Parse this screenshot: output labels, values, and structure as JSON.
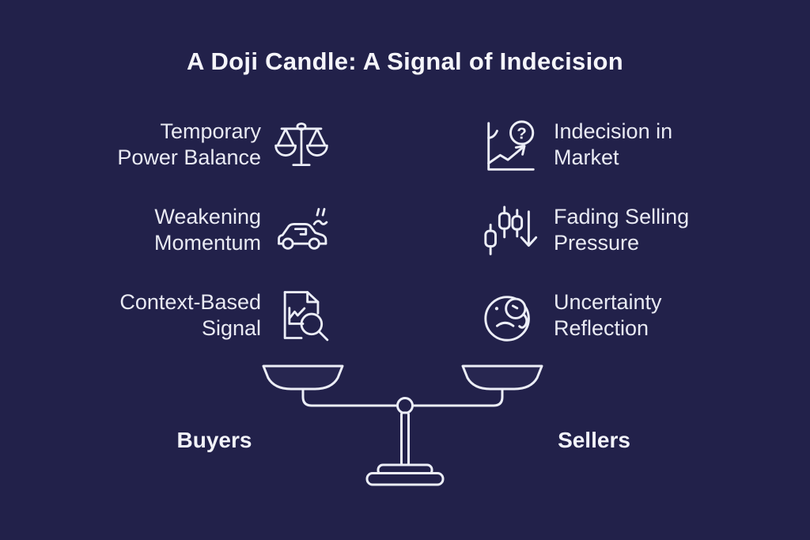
{
  "colors": {
    "background": "#22214a",
    "ink": "#eceef7"
  },
  "title": "A Doji Candle: A Signal of Indecision",
  "features": {
    "left": [
      {
        "label": "Temporary\nPower Balance",
        "icon": "balance-scale-icon"
      },
      {
        "label": "Weakening\nMomentum",
        "icon": "car-sputter-icon"
      },
      {
        "label": "Context-Based\nSignal",
        "icon": "document-search-icon"
      }
    ],
    "right": [
      {
        "label": "Indecision in\nMarket",
        "icon": "chart-question-icon"
      },
      {
        "label": "Fading Selling\nPressure",
        "icon": "candles-down-arrow-icon"
      },
      {
        "label": "Uncertainty\nReflection",
        "icon": "monocle-face-icon"
      }
    ]
  },
  "question_mark": "?",
  "balance": {
    "left_label": "Buyers",
    "right_label": "Sellers"
  }
}
